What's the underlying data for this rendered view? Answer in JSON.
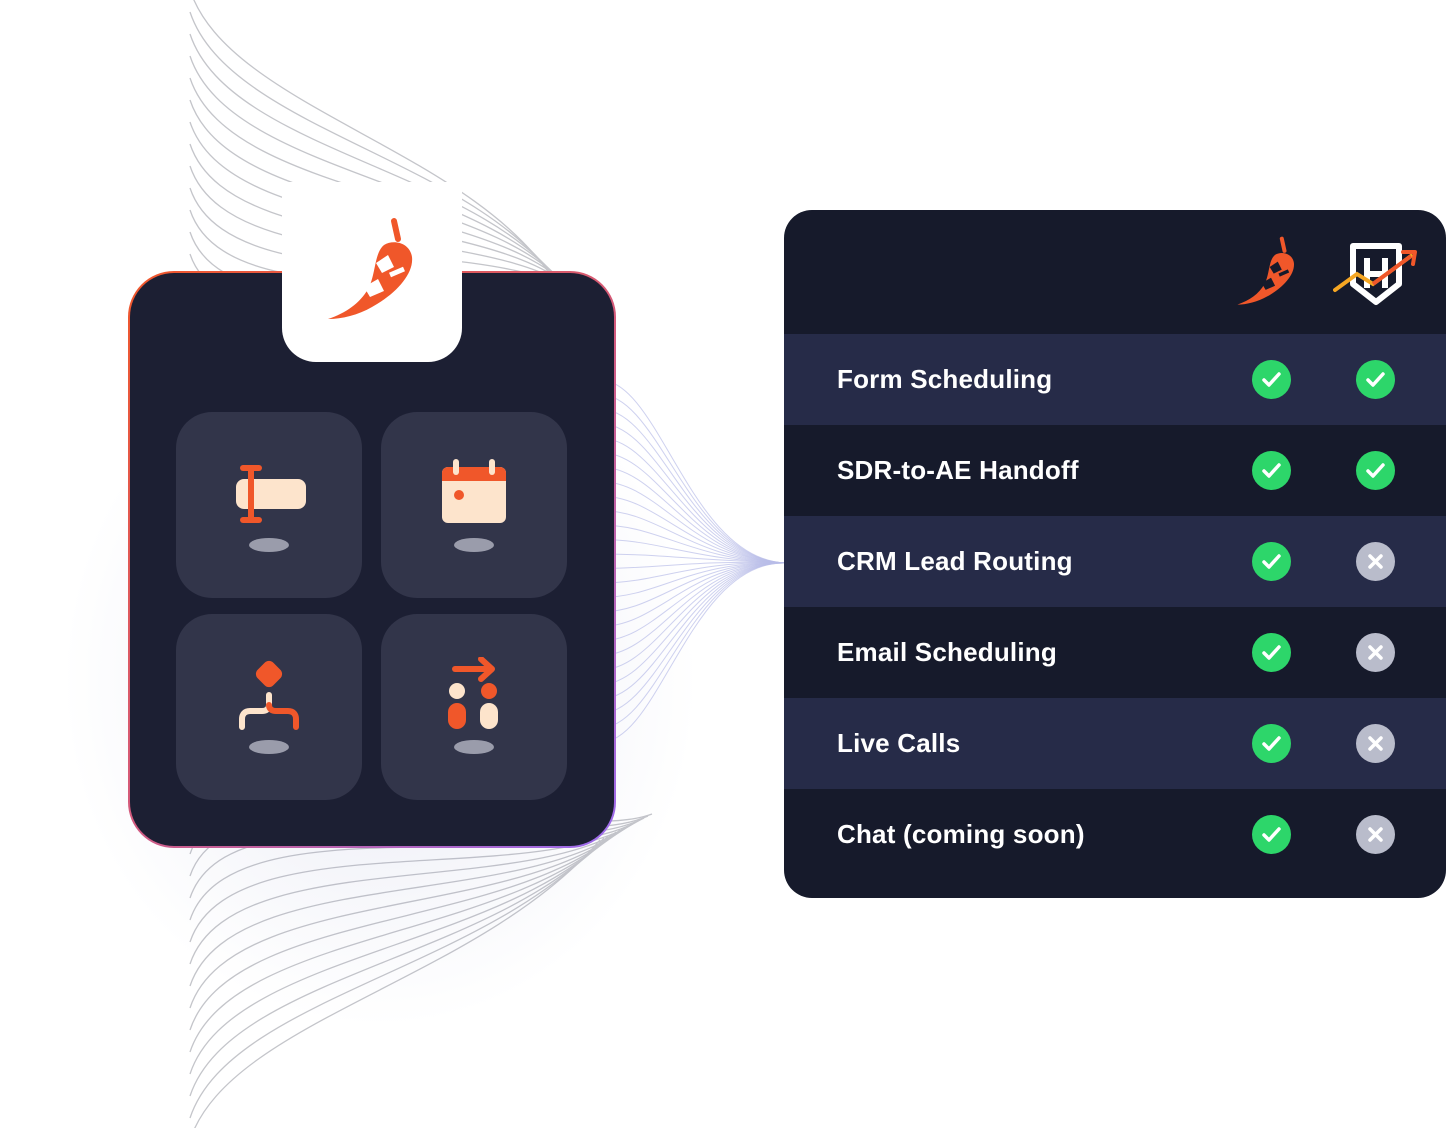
{
  "brand": {
    "accent": "#f0572a",
    "check_color": "#2dd66a",
    "cross_color": "#b9bccb",
    "panel_bg": "#161a2b",
    "row_alt_bg": "#262b48",
    "card_bg": "#1c1f33",
    "tile_bg": "#32354a"
  },
  "card": {
    "logo_icon": "chili-pepper-logo-icon",
    "tiles": [
      {
        "icon": "form-text-cursor-icon"
      },
      {
        "icon": "calendar-icon"
      },
      {
        "icon": "routing-branch-icon"
      },
      {
        "icon": "handoff-people-arrow-icon"
      }
    ]
  },
  "comparison": {
    "columns": [
      {
        "icon": "chili-pepper-logo-icon"
      },
      {
        "icon": "shield-h-growth-logo-icon"
      }
    ],
    "rows": [
      {
        "label": "Form Scheduling",
        "a": "check",
        "b": "check"
      },
      {
        "label": "SDR-to-AE Handoff",
        "a": "check",
        "b": "check"
      },
      {
        "label": "CRM Lead Routing",
        "a": "check",
        "b": "cross"
      },
      {
        "label": "Email Scheduling",
        "a": "check",
        "b": "cross"
      },
      {
        "label": "Live Calls",
        "a": "check",
        "b": "cross"
      },
      {
        "label": "Chat (coming soon)",
        "a": "check",
        "b": "cross"
      }
    ]
  }
}
